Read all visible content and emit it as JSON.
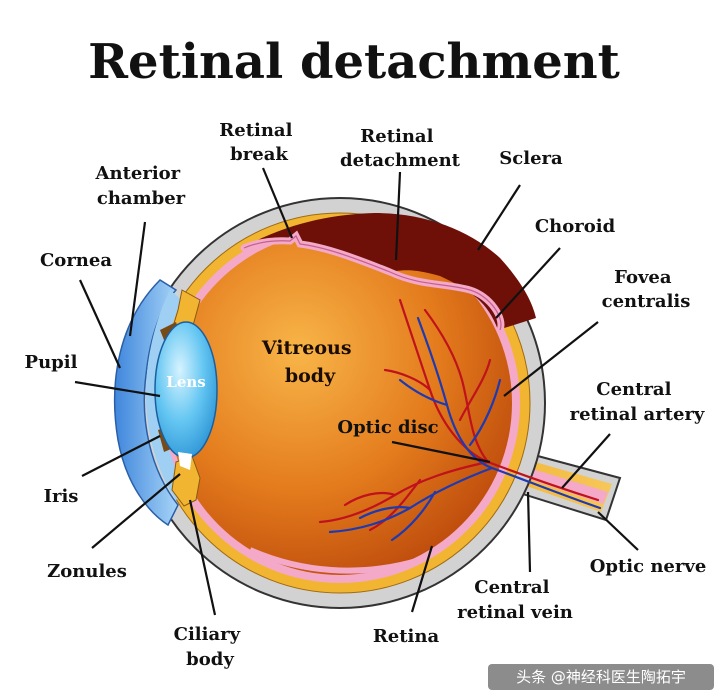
{
  "title": "Retinal detachment",
  "labels": {
    "retinal_break": [
      "Retinal",
      "break"
    ],
    "retinal_detachment": [
      "Retinal",
      "detachment"
    ],
    "sclera": [
      "Sclera"
    ],
    "anterior_chamber": [
      "Anterior",
      "chamber"
    ],
    "choroid": [
      "Choroid"
    ],
    "cornea": [
      "Cornea"
    ],
    "fovea_centralis": [
      "Fovea",
      "centralis"
    ],
    "pupil": [
      "Pupil"
    ],
    "vitreous_body": [
      "Vitreous",
      "body"
    ],
    "lens": [
      "Lens"
    ],
    "central_retinal_artery": [
      "Central",
      "retinal artery"
    ],
    "optic_disc": [
      "Optic disc"
    ],
    "iris": [
      "Iris"
    ],
    "zonules": [
      "Zonules"
    ],
    "optic_nerve": [
      "Optic nerve"
    ],
    "central_retinal_vein": [
      "Central",
      "retinal vein"
    ],
    "ciliary_body": [
      "Ciliary",
      "body"
    ],
    "retina": [
      "Retina"
    ]
  },
  "watermark": "头条 @神经科医生陶拓宇",
  "colors": {
    "sclera": "#d2d2d2",
    "choroid": "#f2b532",
    "retina": "#f4a9c8",
    "vitreous": "#e0721a",
    "detachment_space": "#6e1007",
    "cornea": "#5da6ea",
    "lens": "#5ec4f2",
    "artery": "#c0121c",
    "vein": "#1f3ab0"
  }
}
